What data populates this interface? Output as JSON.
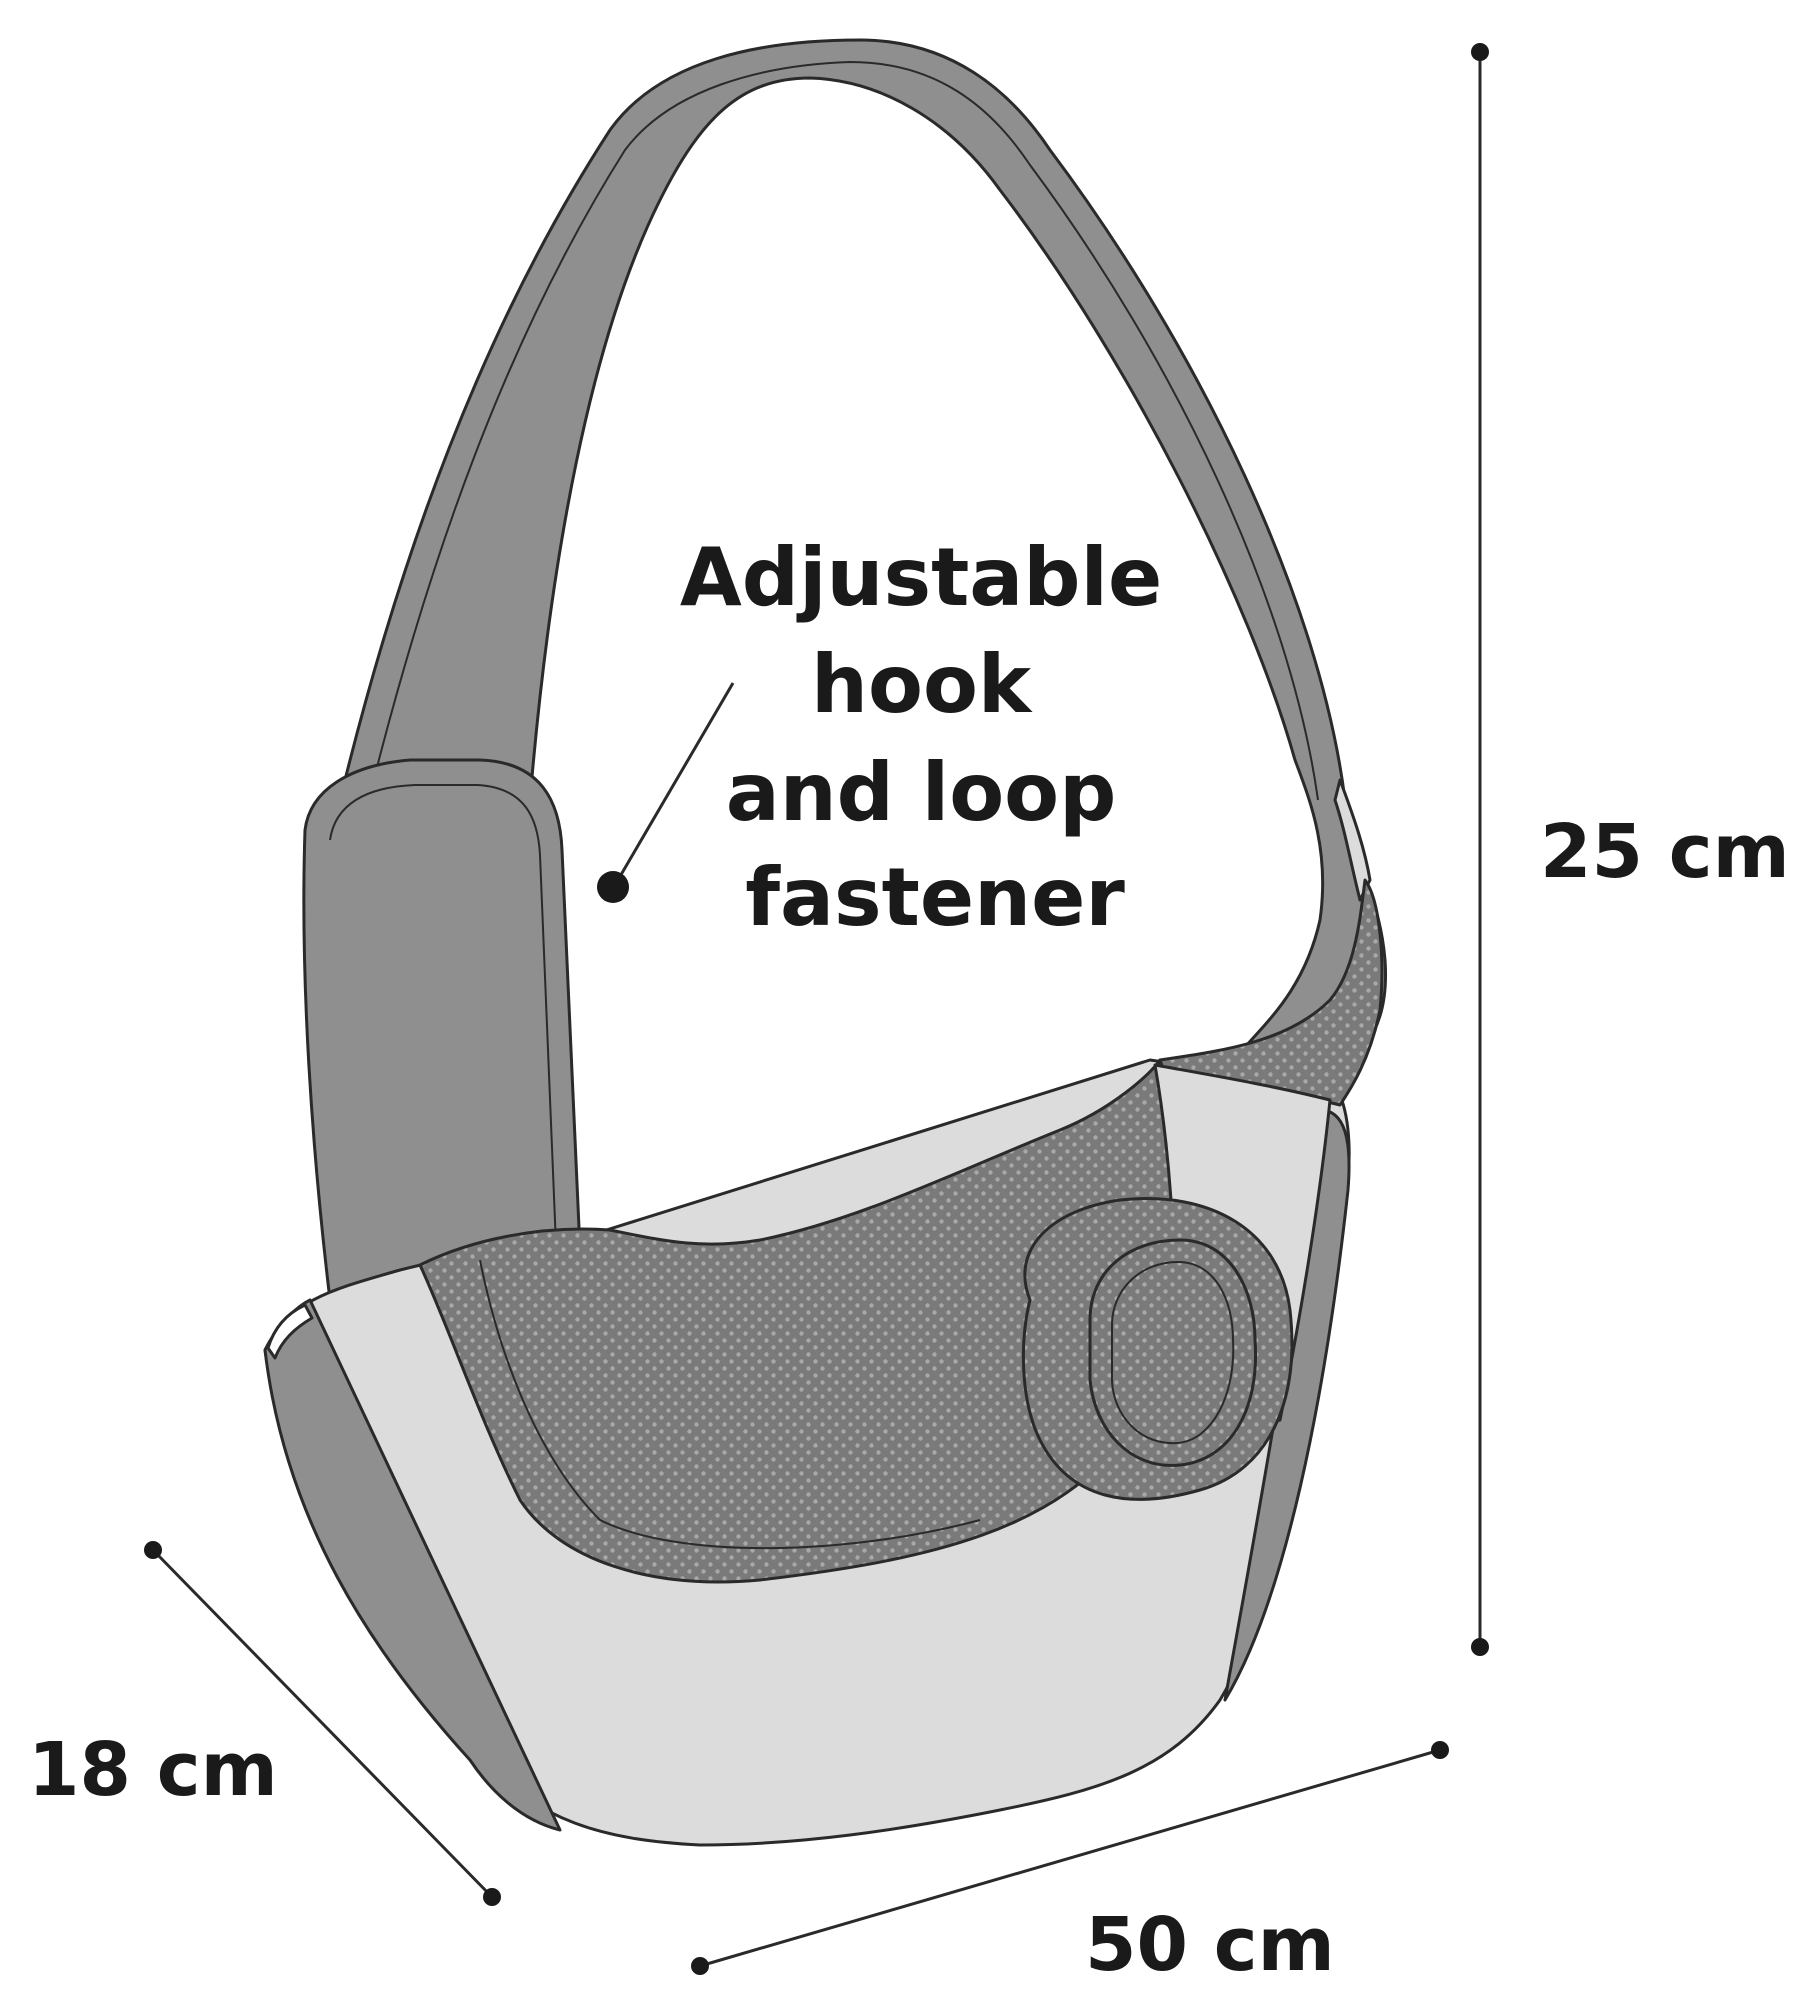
{
  "callout": {
    "lines": [
      "Adjustable",
      "hook",
      "and loop",
      "fastener"
    ]
  },
  "dimensions": {
    "height": "25 cm",
    "depth": "18 cm",
    "width": "50 cm"
  },
  "colors": {
    "strap": "#8f8f8f",
    "mesh": "#7a7a7a",
    "body_light": "#dcdcdc",
    "line": "#2a2a2a"
  }
}
